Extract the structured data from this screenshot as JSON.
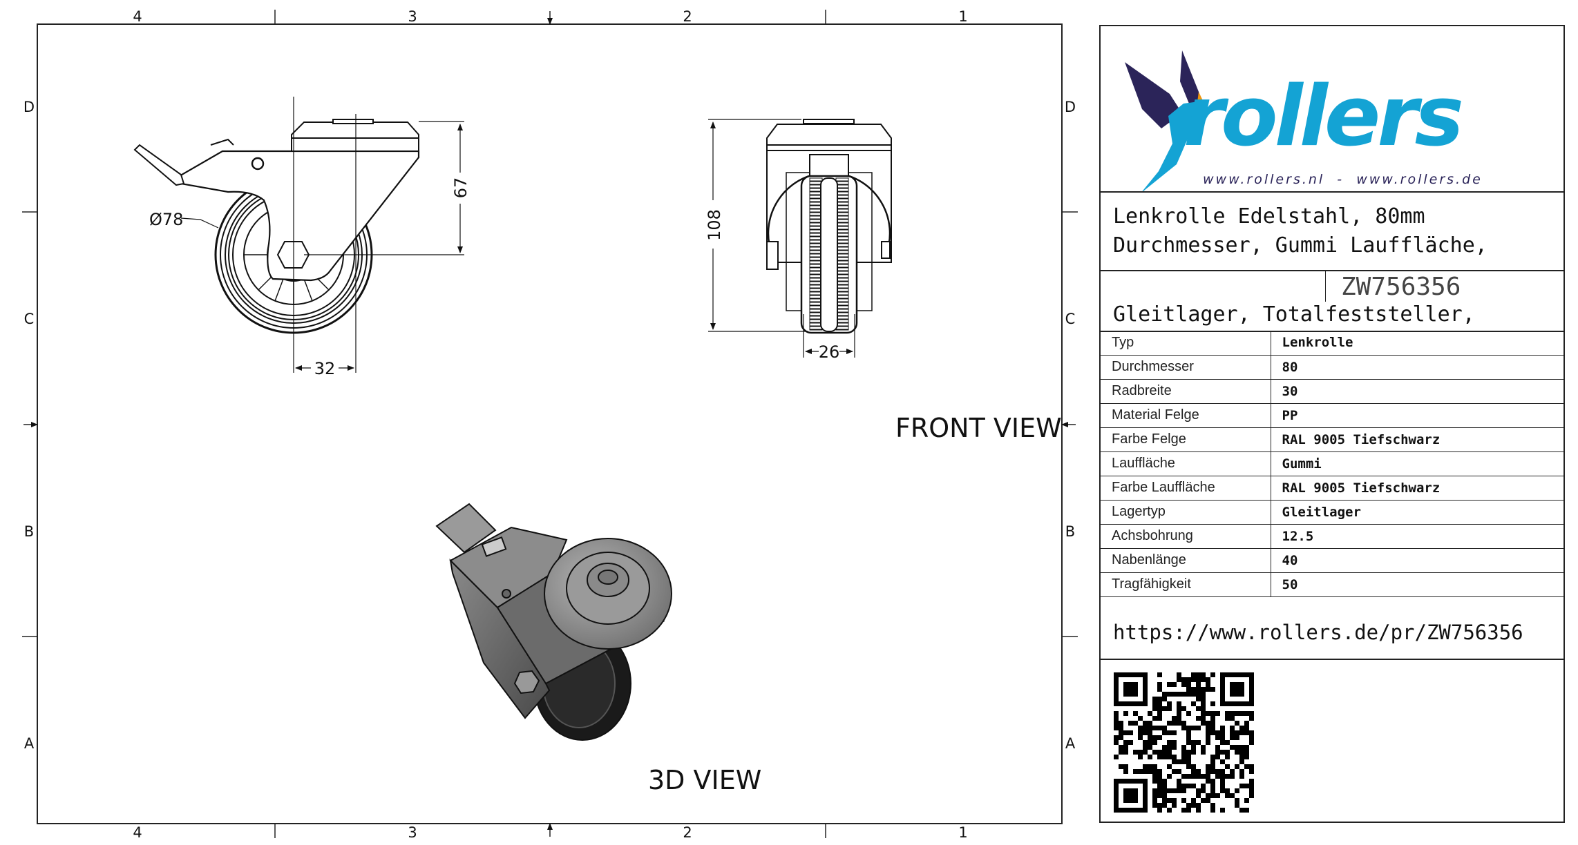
{
  "sheet": {
    "columns": [
      "4",
      "3",
      "2",
      "1"
    ],
    "rows": [
      "D",
      "C",
      "B",
      "A"
    ]
  },
  "views": {
    "front_label": "FRONT VIEW",
    "iso_label": "3D VIEW"
  },
  "dimensions": {
    "diameter": "Ø78",
    "height_offset": "67",
    "offset": "32",
    "total_height": "108",
    "width": "26"
  },
  "logo": {
    "brand": "rollers",
    "urls": "www.rollers.nl  -  www.rollers.de",
    "colors": {
      "blue": "#14a3d4",
      "navy": "#2b2459",
      "orange": "#f0960e"
    }
  },
  "title_block": {
    "description_line1": "Lenkrolle Edelstahl, 80mm",
    "description_line2": "Durchmesser, Gummi Lauffläche,",
    "description_line3": "Gleitlager, Totalfeststeller,",
    "article_number": "ZW756356",
    "specs": [
      {
        "label": "Typ",
        "value": "Lenkrolle"
      },
      {
        "label": "Durchmesser",
        "value": "80"
      },
      {
        "label": "Radbreite",
        "value": "30"
      },
      {
        "label": "Material Felge",
        "value": "PP"
      },
      {
        "label": "Farbe Felge",
        "value": "RAL 9005 Tiefschwarz"
      },
      {
        "label": "Lauffläche",
        "value": "Gummi"
      },
      {
        "label": "Farbe Lauffläche",
        "value": "RAL 9005 Tiefschwarz"
      },
      {
        "label": "Lagertyp",
        "value": "Gleitlager"
      },
      {
        "label": "Achsbohrung",
        "value": "12.5"
      },
      {
        "label": "Nabenlänge",
        "value": "40"
      },
      {
        "label": "Tragfähigkeit",
        "value": "50"
      }
    ],
    "url": "https://www.rollers.de/pr/ZW756356",
    "qr_icon": "qr-code-icon"
  }
}
